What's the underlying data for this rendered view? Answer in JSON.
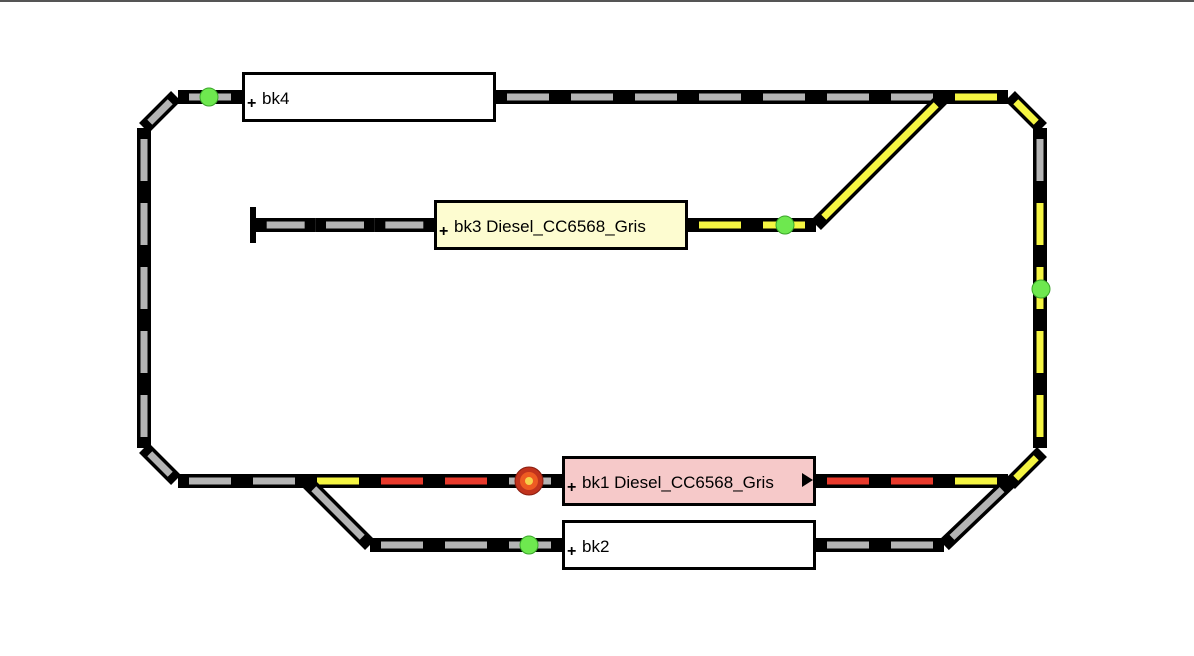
{
  "colors": {
    "rail": "#000000",
    "free": "#b4b4b4",
    "reserved": "#f5f542",
    "occupied": "#e83a2c",
    "signal_green": "#6ee84f",
    "signal_red": "#d9331b",
    "block_free": "#ffffff",
    "block_reserved": "#fdfcd0",
    "block_occupied": "#f6c9c9"
  },
  "blocks": {
    "bk4": {
      "label": "bk4",
      "state": "free"
    },
    "bk3": {
      "label": "bk3 Diesel_CC6568_Gris",
      "state": "reserved"
    },
    "bk1": {
      "label": "bk1 Diesel_CC6568_Gris",
      "state": "occupied",
      "direction": "east"
    },
    "bk2": {
      "label": "bk2",
      "state": "free"
    }
  },
  "signals": [
    {
      "id": "signal-bk4-west",
      "aspect": "green"
    },
    {
      "id": "signal-bk3-east",
      "aspect": "green"
    },
    {
      "id": "signal-right-loop",
      "aspect": "green"
    },
    {
      "id": "signal-bk1-west",
      "aspect": "red"
    },
    {
      "id": "signal-bk2-west",
      "aspect": "green"
    }
  ],
  "icons": {
    "block_plus": "+",
    "block_direction": "play-arrow-icon"
  }
}
